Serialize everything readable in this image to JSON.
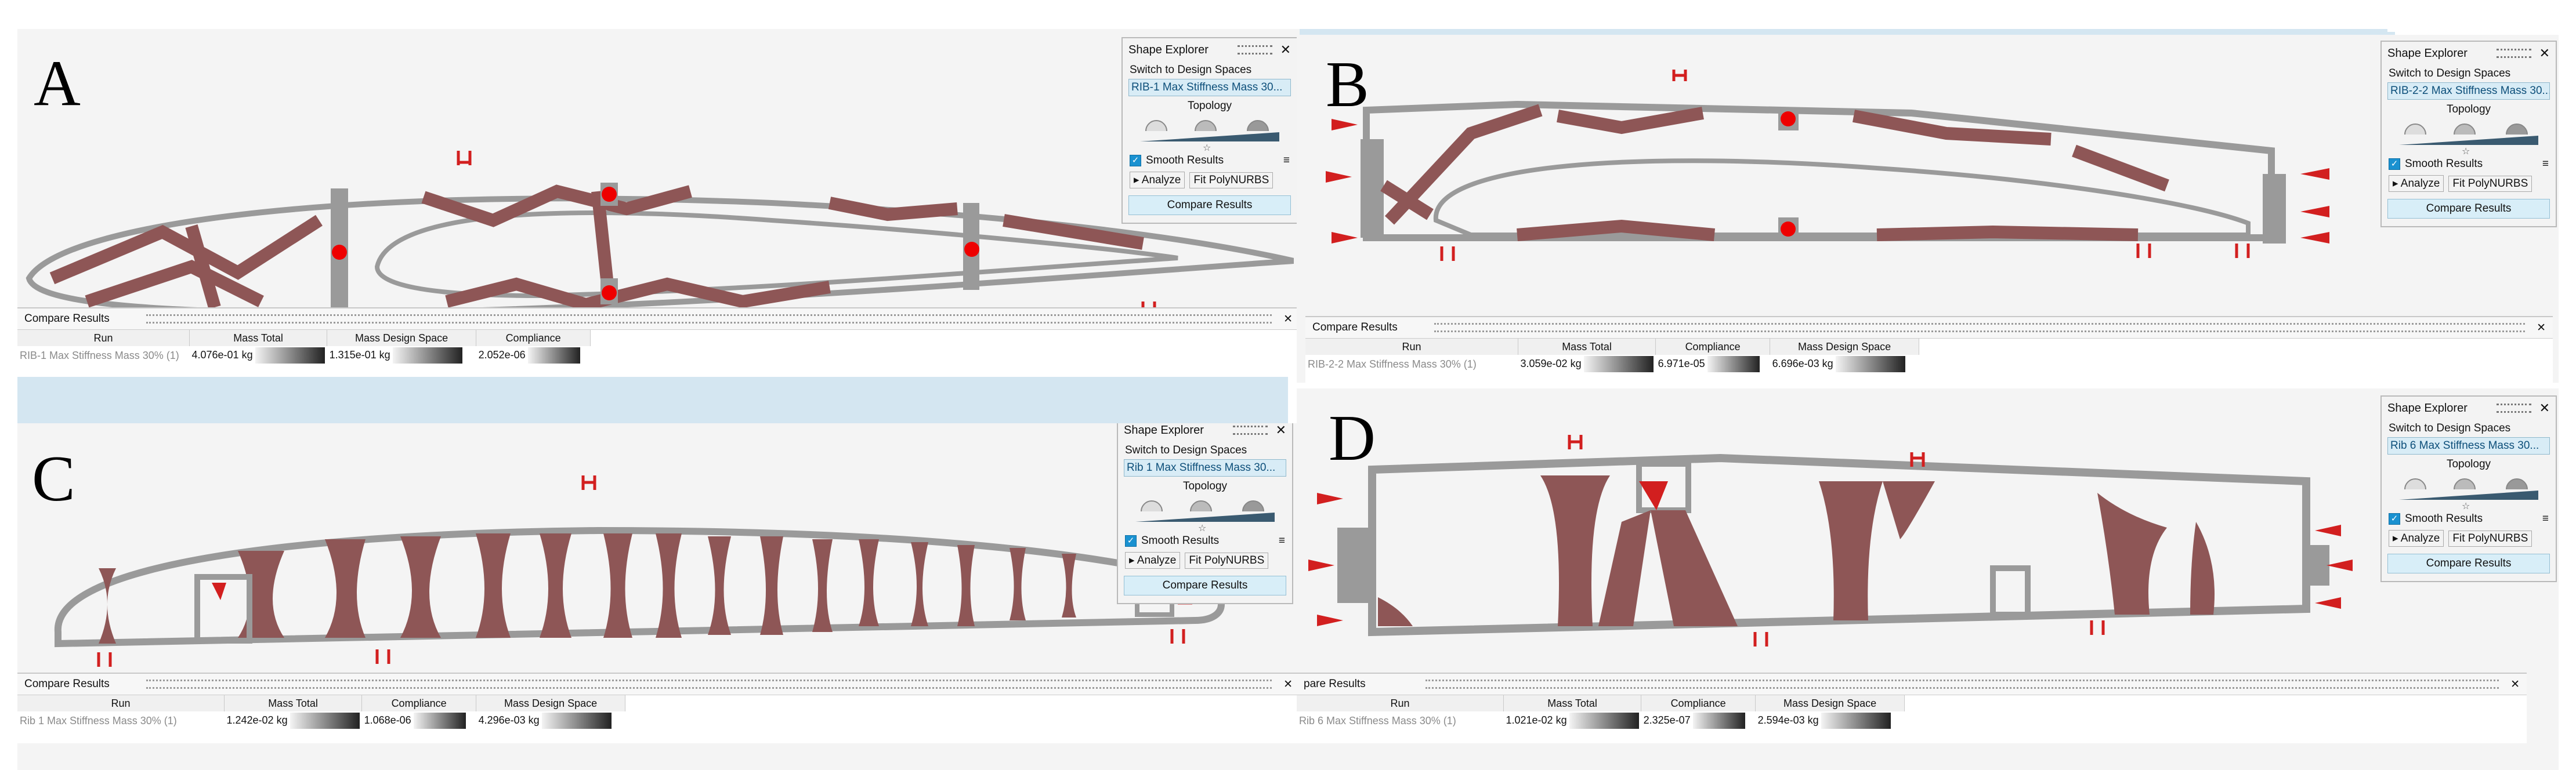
{
  "panels": [
    {
      "letter": "A",
      "explorer": {
        "title": "Shape Explorer",
        "switch_label": "Switch to Design Spaces",
        "selected_run": "RIB-1 Max Stiffness Mass 30...",
        "topology_label": "Topology",
        "smooth_label": "Smooth Results",
        "analyze_label": "Analyze",
        "fit_label": "Fit PolyNURBS",
        "compare_label": "Compare Results"
      },
      "results": {
        "title": "Compare Results",
        "columns": [
          "Run",
          "Mass Total",
          "Mass Design Space",
          "Compliance"
        ],
        "row": {
          "run": "RIB-1 Max Stiffness Mass 30% (1)",
          "values": [
            "4.076e-01 kg",
            "1.315e-01 kg",
            "2.052e-06"
          ]
        }
      }
    },
    {
      "letter": "B",
      "explorer": {
        "title": "Shape Explorer",
        "switch_label": "Switch to Design Spaces",
        "selected_run": "RIB-2-2 Max Stiffness Mass 30...",
        "topology_label": "Topology",
        "smooth_label": "Smooth Results",
        "analyze_label": "Analyze",
        "fit_label": "Fit PolyNURBS",
        "compare_label": "Compare Results"
      },
      "results": {
        "title": "Compare Results",
        "columns": [
          "Run",
          "Mass Total",
          "Compliance",
          "Mass Design Space"
        ],
        "row": {
          "run": "RIB-2-2 Max Stiffness Mass 30% (1)",
          "values": [
            "3.059e-02 kg",
            "6.971e-05",
            "6.696e-03 kg"
          ]
        }
      }
    },
    {
      "letter": "C",
      "explorer": {
        "title": "Shape Explorer",
        "switch_label": "Switch to Design Spaces",
        "selected_run": "Rib 1 Max Stiffness Mass 30...",
        "topology_label": "Topology",
        "smooth_label": "Smooth Results",
        "analyze_label": "Analyze",
        "fit_label": "Fit PolyNURBS",
        "compare_label": "Compare Results"
      },
      "results": {
        "title": "Compare Results",
        "columns": [
          "Run",
          "Mass Total",
          "Compliance",
          "Mass Design Space"
        ],
        "row": {
          "run": "Rib 1 Max Stiffness Mass 30% (1)",
          "values": [
            "1.242e-02 kg",
            "1.068e-06",
            "4.296e-03 kg"
          ]
        }
      }
    },
    {
      "letter": "D",
      "explorer": {
        "title": "Shape Explorer",
        "switch_label": "Switch to Design Spaces",
        "selected_run": "Rib 6 Max Stiffness Mass 30...",
        "topology_label": "Topology",
        "smooth_label": "Smooth Results",
        "analyze_label": "Analyze",
        "fit_label": "Fit PolyNURBS",
        "compare_label": "Compare Results"
      },
      "results": {
        "title": "pare Results",
        "columns": [
          "Run",
          "Mass Total",
          "Compliance",
          "Mass Design Space"
        ],
        "row": {
          "run": "Rib 6 Max Stiffness Mass 30% (1)",
          "values": [
            "1.021e-02 kg",
            "2.325e-07",
            "2.594e-03 kg"
          ]
        }
      }
    }
  ],
  "colors": {
    "material": "#8e5656",
    "frame": "#9a9a9a",
    "load": "#d21f1f",
    "accent": "#1a91d0",
    "background_blue": "#d4e6f1"
  }
}
